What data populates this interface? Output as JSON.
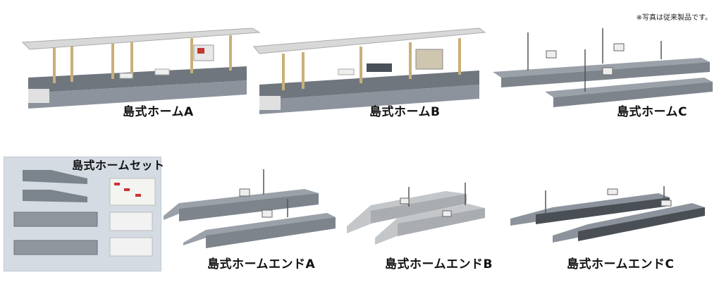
{
  "note": "※写真は従来製品です。",
  "products": [
    {
      "caption": "島式ホームA"
    },
    {
      "caption": "島式ホームB"
    },
    {
      "caption": "島式ホームC"
    },
    {
      "caption": "島式ホームセット"
    },
    {
      "caption": "島式ホームエンドA"
    },
    {
      "caption": "島式ホームエンドB"
    },
    {
      "caption": "島式ホームエンドC"
    }
  ],
  "colors": {
    "platform_gray": "#8c939c",
    "platform_dark": "#5f666e",
    "roof": "#d8d8d8",
    "pillar": "#c9b07a",
    "set_background": "#d4dbe2",
    "end_b_light": "#c4c7ca",
    "end_c_dark": "#4a4f55"
  }
}
